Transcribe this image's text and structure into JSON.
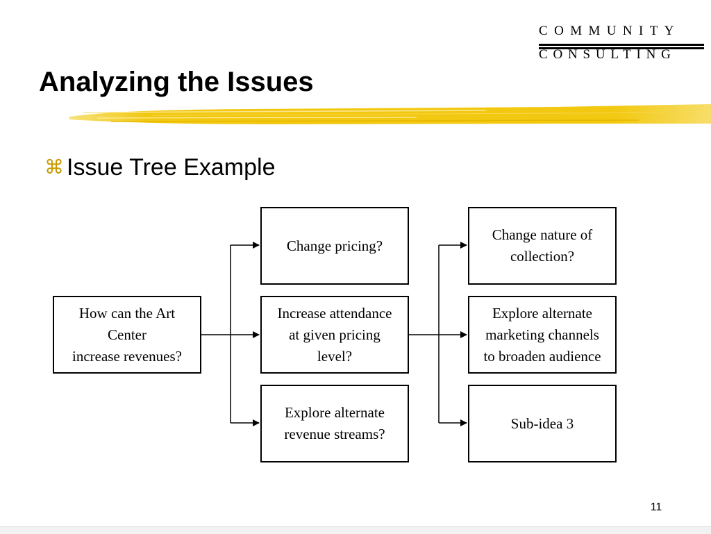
{
  "logo": {
    "line1": "COMMUNITY",
    "line2": "CONSULTING"
  },
  "title": "Analyzing the Issues",
  "bullet": {
    "icon": "z-bullet-icon",
    "text": "Issue Tree Example"
  },
  "tree": {
    "root": "How can the Art\nCenter\nincrease revenues?",
    "branches": [
      {
        "label": "Change pricing?"
      },
      {
        "label": "Increase attendance\nat given pricing\nlevel?"
      },
      {
        "label": "Explore alternate\nrevenue streams?"
      }
    ],
    "sub_branches": [
      {
        "label": "Change nature of\ncollection?"
      },
      {
        "label": "Explore alternate\nmarketing channels\nto broaden audience"
      },
      {
        "label": "Sub-idea 3"
      }
    ]
  },
  "page_number": "11",
  "colors": {
    "highlight": "#f2c811",
    "bullet_icon": "#c89a00",
    "text": "#000000",
    "background": "#ffffff"
  }
}
